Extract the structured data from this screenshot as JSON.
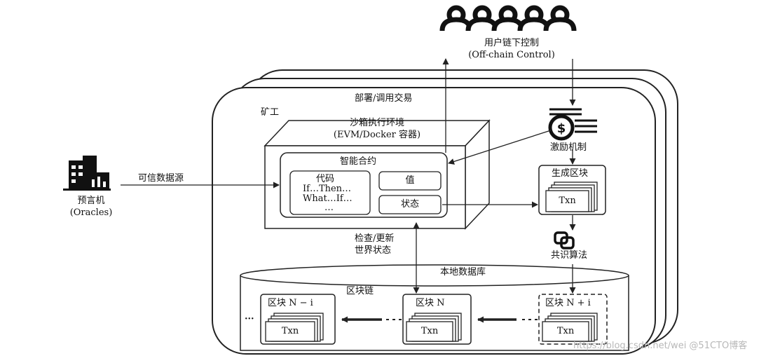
{
  "users": {
    "label_cn": "用户链下控制",
    "label_en": "(Off-chain Control)"
  },
  "miner": {
    "label": "矿工"
  },
  "deploy": {
    "label": "部署/调用交易"
  },
  "sandbox": {
    "title": "沙箱执行环境",
    "subtitle": "(EVM/Docker 容器)"
  },
  "contract": {
    "title": "智能合约",
    "code_lines": [
      "代码",
      "If…Then…",
      "What…If…",
      "…"
    ],
    "value_label": "值",
    "state_label": "状态"
  },
  "incentive": {
    "label": "激励机制"
  },
  "oracle": {
    "label_cn": "预言机",
    "label_en": "(Oracles)",
    "edge_label": "可信数据源"
  },
  "generate_block": {
    "title": "生成区块",
    "txn": "Txn"
  },
  "consensus": {
    "label": "共识算法"
  },
  "check_update": {
    "line1": "检查/更新",
    "line2": "世界状态"
  },
  "database": {
    "label": "本地数据库",
    "chain_label": "区块链"
  },
  "blocks": {
    "left": {
      "title": "区块 N − i",
      "txn": "Txn"
    },
    "mid": {
      "title": "区块 N",
      "txn": "Txn"
    },
    "right": {
      "title": "区块 N + i",
      "txn": "Txn"
    }
  },
  "ellipsis": "···",
  "watermark": "https://blog.csdn.net/wei @51CTO博客",
  "colors": {
    "stroke": "#222222",
    "background": "#ffffff",
    "watermark": "#b8b8b8"
  }
}
